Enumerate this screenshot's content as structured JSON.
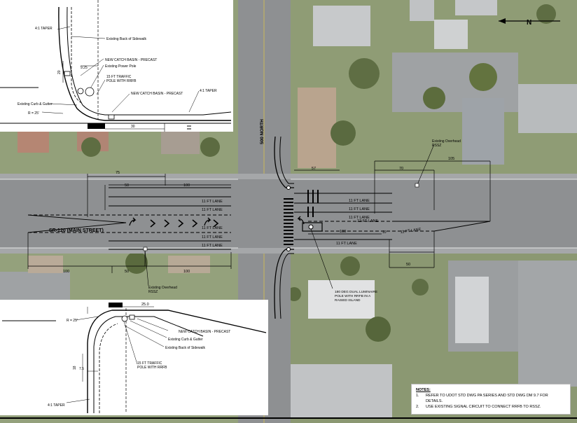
{
  "top_detail": {
    "taper": "4:1 TAPER",
    "back_of_sidewalk": "Existing Back of Sidewalk",
    "catch_basin": "NEW CATCH BASIN - PRECAST",
    "power_pole": "Existing Power Pole",
    "traffic_pole": "15 FT TRAFFIC POLE WITH RRFB",
    "catch_basin_2": "NEW CATCH BASIN - PRECAST",
    "taper_2": "4:1 TAPER",
    "curb_gutter": "Existing Curb & Gutter",
    "radius": "R = 25'",
    "dim_925": "9.25",
    "dim_20": "20",
    "dim_30": "30"
  },
  "bottom_detail": {
    "dim_250": "25.0",
    "radius": "R = 25'",
    "catch_basin": "NEW CATCH BASIN - PRECAST",
    "curb_gutter": "Existing Curb & Gutter",
    "back_of_sidewalk": "Existing Back of Sidewalk",
    "traffic_pole": "15 FT TRAFFIC POLE WITH RRFB",
    "dim_75": "7.5",
    "dim_18": "18",
    "taper": "4:1 TAPER"
  },
  "plan": {
    "north_street": "500 NORTH",
    "main_street": "SR-120 (MAIN STREET)",
    "overhead_top": "Existing Overhead RSSZ",
    "overhead_bottom": "Existing Overhead RSSZ",
    "median_pole": "180 DEG DUAL LUMINAIRE POLE WITH RRFB IN A RAISED ISLAND",
    "lanes_west": [
      "11 FT LANE",
      "11 FT LANE",
      "11 FT LANE",
      "11 FT LANE",
      "11 FT LANE"
    ],
    "lanes_east": [
      "11 FT LANE",
      "11 FT LANE",
      "11 FT LANE",
      "12 FT LANE",
      "11 FT LANE",
      "11 FT LANE"
    ],
    "dims": {
      "d75": "75",
      "d50a": "50",
      "d100a": "100",
      "d100b": "100",
      "d50b": "50",
      "d100c": "100",
      "d57": "57",
      "d70": "70",
      "d105": "105",
      "d100d": "100",
      "d10": "10",
      "d50c": "50"
    },
    "north_arrow": "N"
  },
  "notes": {
    "title": "NOTES:",
    "items": [
      {
        "num": "1.",
        "text": "REFER TO UDOT STD DWG PA SERIES AND STD DWG DM 9.7 FOR DETAILS."
      },
      {
        "num": "2.",
        "text": "USE EXISTING SIGNAL CIRCUIT TO CONNECT RRFB TO RSSZ."
      }
    ]
  },
  "colors": {
    "road": "#8e9092",
    "road_light": "#a7a9ab",
    "grass": "#8a9a6e",
    "roof": "#c9ccce",
    "line": "#000000"
  }
}
